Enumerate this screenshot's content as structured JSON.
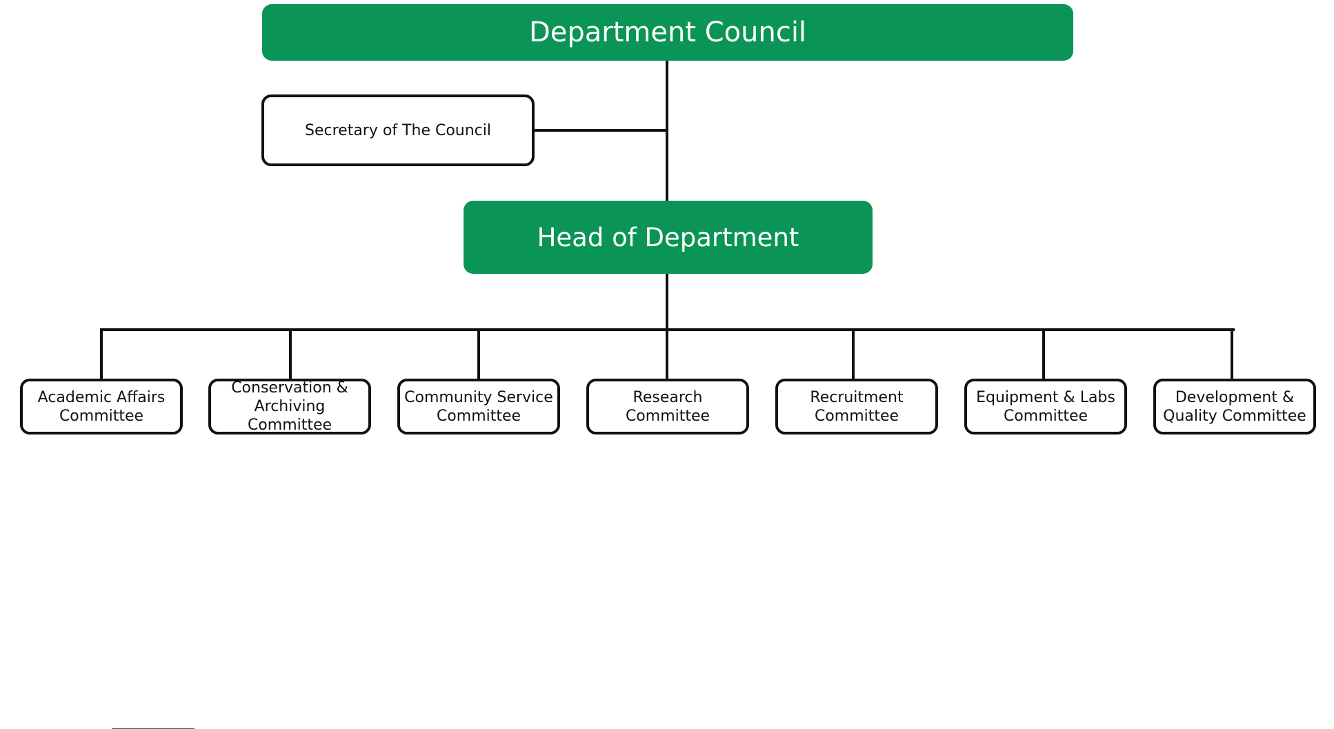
{
  "colors": {
    "primary_node": "#0a9455",
    "primary_text": "#ffffff",
    "outline": "#111111",
    "connector": "#111111"
  },
  "council": {
    "label": "Department Council"
  },
  "secretary": {
    "label": "Secretary of The Council"
  },
  "head": {
    "label": "Head of Department"
  },
  "committees": [
    {
      "label": "Academic Affairs Committee"
    },
    {
      "label": "Conservation & Archiving Committee"
    },
    {
      "label": "Community Service Committee"
    },
    {
      "label": "Research Committee"
    },
    {
      "label": "Recruitment Committee"
    },
    {
      "label": "Equipment & Labs Committee"
    },
    {
      "label": "Development & Quality Committee"
    }
  ]
}
